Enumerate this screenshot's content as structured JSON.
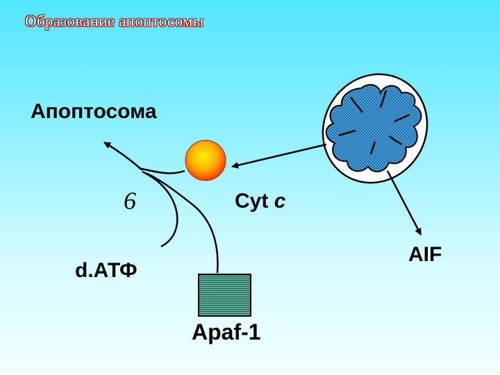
{
  "slide": {
    "title": "Образование апоптосомы"
  },
  "labels": {
    "apoptosome": "Апоптосома",
    "number": "6",
    "cyt": "Cyt ",
    "cyt_italic": "c",
    "aif": "AIF",
    "datp": "d.АТФ",
    "apaf": "Apaf-1"
  },
  "colors": {
    "background_top": "#52e6ff",
    "background_bottom": "#f2feff",
    "title_outline": "#7a0000",
    "sphere_center": "#ffea00",
    "sphere_edge": "#ff3300",
    "mitochondrion_fill": "#3a8fd0",
    "apaf_box_fill": "#4f9a86"
  }
}
